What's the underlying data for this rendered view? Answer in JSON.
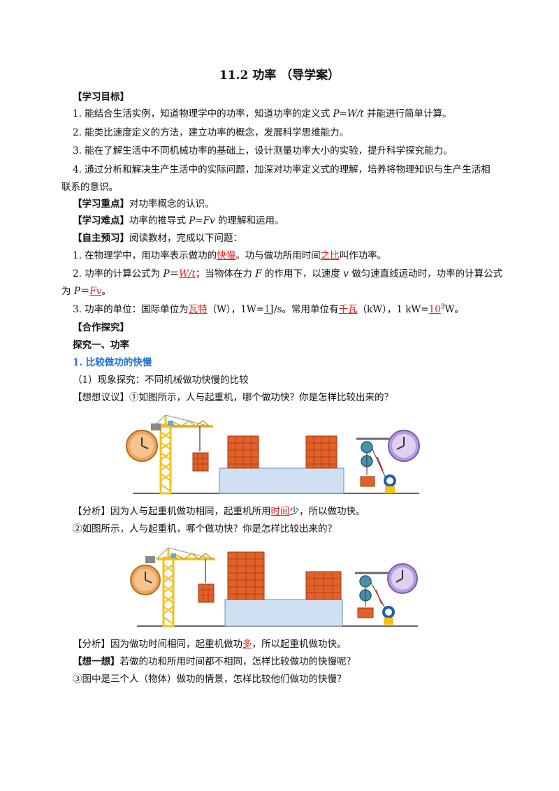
{
  "title": "11.2  功率 （导学案）",
  "objectives": {
    "header": "【学习目标】",
    "items": [
      {
        "pre": "1. 能结合生活实例，知道物理学中的功率，知道功率的定义式 ",
        "formula": "P=W/t",
        "post": " 并能进行简单计算。"
      },
      {
        "text": "2. 能类比速度定义的方法，建立功率的概念，发展科学思维能力。"
      },
      {
        "text": "3. 能在了解生活中不同机械功率的基础上，设计测量功率大小的实验，提升科学探究能力。"
      },
      {
        "line1": "4. 通过分析和解决生产生活中的实际问题，加深对功率定义式的理解，培养将物理知识与生产生活相",
        "line2": "联系的意识。"
      }
    ]
  },
  "key_point": {
    "label": "【学习重点】",
    "text": "对功率概念的认识。"
  },
  "difficulty": {
    "label": "【学习难点】",
    "pre": "功率的推导式 ",
    "formula": "P=Fv",
    "post": " 的理解和运用。"
  },
  "preview": {
    "label": "【自主预习】",
    "text": "阅读教材，完成以下问题：",
    "q1": {
      "pre": "1. 在物理学中，用功率表示做功的",
      "a1": "快慢",
      "mid": "。功与做功所用时间",
      "a2": "之比",
      "post": "叫作功率。"
    },
    "q2": {
      "pre": "2. 功率的计算公式为 ",
      "p1": "P",
      "eq": "＝",
      "a1": "W/t",
      "mid1": "；当物体在力 ",
      "f": "F",
      "mid2": " 的作用下，以速度 ",
      "v": "v",
      "mid3": " 做匀速直线运动时，功率的计算公式",
      "line2pre": "为 ",
      "p2": "P",
      "eq2": "＝",
      "a2": "Fv",
      "post": "。"
    },
    "q3": {
      "pre": "3. 功率的单位：国际单位为",
      "a1": "瓦特",
      "mid1": "（W），1W=",
      "a2": "1",
      "mid2": "J/s。常用单位有",
      "a3": "千瓦",
      "mid3": "（kW），1 kW=",
      "a4": "10",
      "sup": "3",
      "post": "W。"
    }
  },
  "cooperate": {
    "header": "【合作探究】",
    "explore": "探究一、功率",
    "sub": "1. 比较做功的快慢",
    "phenomenon": "（1）现象探究：不同机械做功快慢的比较"
  },
  "think1": {
    "label": "【想想议议】",
    "text": "①如图所示，人与起重机，哪个做功快？你是怎样比较出来的？"
  },
  "analysis1": {
    "label": "【分析】",
    "pre": "因为人与起重机做功相同，起重机所用",
    "ans": "时间",
    "post": "少，所以做功快。"
  },
  "think2": {
    "text": "②如图所示，人与起重机，哪个做功快？你是怎样比较出来的？"
  },
  "analysis2": {
    "label": "【分析】",
    "pre": "因为做功时间相同，起重机做功",
    "ans": "多",
    "post": "，所以起重机做功快。"
  },
  "think3": {
    "label": "【想一想】",
    "text": "若做的功和所用时间都不相同，怎样比较做功的快慢呢？"
  },
  "think4": {
    "text": "③图中是三个人（物体）做功的情景，怎样比较他们做功的快慢？"
  },
  "colors": {
    "answer": "#e02020",
    "heading_blue": "#1e6fd0",
    "crane": "#f2c21b",
    "brick": "#e2602a",
    "clock_left": "#f0a45a",
    "clock_right": "#b79bdd",
    "platform": "#cfe0f3"
  }
}
